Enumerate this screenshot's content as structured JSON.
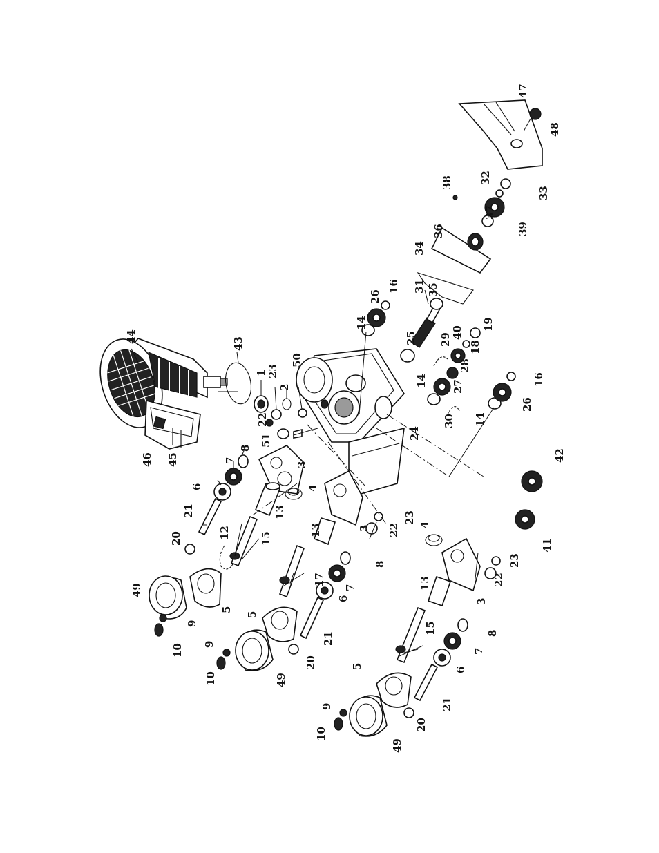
{
  "labels": [
    {
      "id": "l44",
      "text": "44"
    },
    {
      "id": "l43",
      "text": "43"
    },
    {
      "id": "l1",
      "text": "1"
    },
    {
      "id": "l23a",
      "text": "23"
    },
    {
      "id": "l2",
      "text": "2"
    },
    {
      "id": "l50",
      "text": "50"
    },
    {
      "id": "l22a",
      "text": "22"
    },
    {
      "id": "l51",
      "text": "51"
    },
    {
      "id": "l46",
      "text": "46"
    },
    {
      "id": "l45",
      "text": "45"
    },
    {
      "id": "l8a",
      "text": "8"
    },
    {
      "id": "l7a",
      "text": "7"
    },
    {
      "id": "l6a",
      "text": "6"
    },
    {
      "id": "l21a",
      "text": "21"
    },
    {
      "id": "l20a",
      "text": "20"
    },
    {
      "id": "l12",
      "text": "12"
    },
    {
      "id": "l13a",
      "text": "13"
    },
    {
      "id": "l15a",
      "text": "15"
    },
    {
      "id": "l3a",
      "text": "3"
    },
    {
      "id": "l4a",
      "text": "4"
    },
    {
      "id": "l49a",
      "text": "49"
    },
    {
      "id": "l5a",
      "text": "5"
    },
    {
      "id": "l9a",
      "text": "9"
    },
    {
      "id": "l10a",
      "text": "10"
    },
    {
      "id": "l13b",
      "text": "13"
    },
    {
      "id": "l17",
      "text": "17"
    },
    {
      "id": "l3b",
      "text": "3"
    },
    {
      "id": "l22b",
      "text": "22"
    },
    {
      "id": "l23b",
      "text": "23"
    },
    {
      "id": "l8b",
      "text": "8"
    },
    {
      "id": "l7b",
      "text": "7"
    },
    {
      "id": "l6b",
      "text": "6"
    },
    {
      "id": "l5b",
      "text": "5"
    },
    {
      "id": "l21b",
      "text": "21"
    },
    {
      "id": "l20b",
      "text": "20"
    },
    {
      "id": "l9b",
      "text": "9"
    },
    {
      "id": "l10b",
      "text": "10"
    },
    {
      "id": "l49b",
      "text": "49"
    },
    {
      "id": "l4b",
      "text": "4"
    },
    {
      "id": "l3c",
      "text": "3"
    },
    {
      "id": "l23c",
      "text": "23"
    },
    {
      "id": "l22c",
      "text": "22"
    },
    {
      "id": "l13c",
      "text": "13"
    },
    {
      "id": "l15b",
      "text": "15"
    },
    {
      "id": "l8c",
      "text": "8"
    },
    {
      "id": "l7c",
      "text": "7"
    },
    {
      "id": "l6c",
      "text": "6"
    },
    {
      "id": "l5c",
      "text": "5"
    },
    {
      "id": "l21c",
      "text": "21"
    },
    {
      "id": "l20c",
      "text": "20"
    },
    {
      "id": "l9c",
      "text": "9"
    },
    {
      "id": "l10c",
      "text": "10"
    },
    {
      "id": "l49c",
      "text": "49"
    },
    {
      "id": "l24",
      "text": "24"
    },
    {
      "id": "l14a",
      "text": "14"
    },
    {
      "id": "l26a",
      "text": "26"
    },
    {
      "id": "l16a",
      "text": "16"
    },
    {
      "id": "l25",
      "text": "25"
    },
    {
      "id": "l31",
      "text": "31"
    },
    {
      "id": "l35",
      "text": "35"
    },
    {
      "id": "l14b",
      "text": "14"
    },
    {
      "id": "l29",
      "text": "29"
    },
    {
      "id": "l40",
      "text": "40"
    },
    {
      "id": "l18",
      "text": "18"
    },
    {
      "id": "l19",
      "text": "19"
    },
    {
      "id": "l28",
      "text": "28"
    },
    {
      "id": "l27",
      "text": "27"
    },
    {
      "id": "l30",
      "text": "30"
    },
    {
      "id": "l14c",
      "text": "14"
    },
    {
      "id": "l26b",
      "text": "26"
    },
    {
      "id": "l16b",
      "text": "16"
    },
    {
      "id": "l34",
      "text": "34"
    },
    {
      "id": "l36",
      "text": "36"
    },
    {
      "id": "l38",
      "text": "38"
    },
    {
      "id": "l37",
      "text": "37"
    },
    {
      "id": "l39",
      "text": "39"
    },
    {
      "id": "l32",
      "text": "32"
    },
    {
      "id": "l33",
      "text": "33"
    },
    {
      "id": "l47",
      "text": "47"
    },
    {
      "id": "l48",
      "text": "48"
    },
    {
      "id": "l42",
      "text": "42"
    },
    {
      "id": "l41",
      "text": "41"
    }
  ]
}
